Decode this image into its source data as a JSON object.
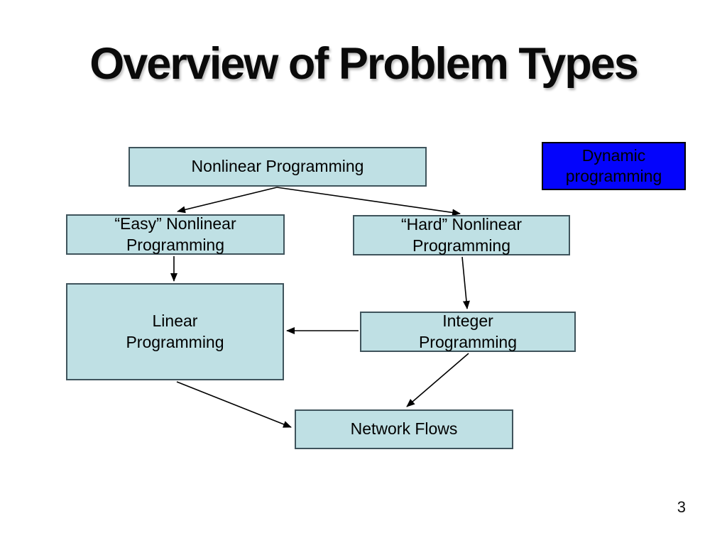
{
  "slide": {
    "title": "Overview of Problem Types",
    "page_number": "3"
  },
  "colors": {
    "background": "#ffffff",
    "box_fill": "#bfe0e4",
    "box_border": "#3f545c",
    "dynamic_box_fill": "#0404fc",
    "dynamic_box_border": "#000000",
    "text": "#000000",
    "arrow": "#000000"
  },
  "diagram": {
    "type": "flowchart",
    "nodes": [
      {
        "id": "nonlinear-programming",
        "label": "Nonlinear Programming"
      },
      {
        "id": "dynamic-programming",
        "label": "Dynamic\nprogramming"
      },
      {
        "id": "easy-nonlinear-programming",
        "label": "“Easy” Nonlinear\nProgramming"
      },
      {
        "id": "hard-nonlinear-programming",
        "label": "“Hard” Nonlinear\nProgramming"
      },
      {
        "id": "linear-programming",
        "label": "Linear\nProgramming"
      },
      {
        "id": "integer-programming",
        "label": "Integer\nProgramming"
      },
      {
        "id": "network-flows",
        "label": "Network Flows"
      }
    ],
    "edges": [
      {
        "from": "nonlinear-programming",
        "to": "easy-nonlinear-programming"
      },
      {
        "from": "nonlinear-programming",
        "to": "hard-nonlinear-programming"
      },
      {
        "from": "easy-nonlinear-programming",
        "to": "linear-programming"
      },
      {
        "from": "hard-nonlinear-programming",
        "to": "integer-programming"
      },
      {
        "from": "integer-programming",
        "to": "linear-programming"
      },
      {
        "from": "linear-programming",
        "to": "network-flows"
      },
      {
        "from": "integer-programming",
        "to": "network-flows"
      }
    ]
  }
}
